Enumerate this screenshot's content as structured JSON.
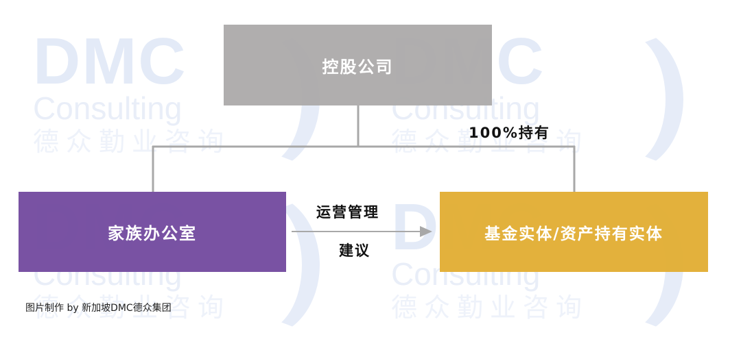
{
  "watermark": {
    "brand": "DMC",
    "sub": "Consulting",
    "cn": "德众勤业咨询"
  },
  "boxes": {
    "holding": "控股公司",
    "family_office": "家族办公室",
    "fund_entity": "基金实体/资产持有实体"
  },
  "labels": {
    "ownership": "100%持有",
    "operations": "运营管理",
    "advice": "建议"
  },
  "caption": "图片制作 by 新加坡DMC德众集团",
  "colors": {
    "holding": "#acaaaa",
    "family_office": "#744b9f",
    "fund_entity": "#e2ae34",
    "connector": "#a8a8a8",
    "watermark": "#e3eaf7"
  }
}
